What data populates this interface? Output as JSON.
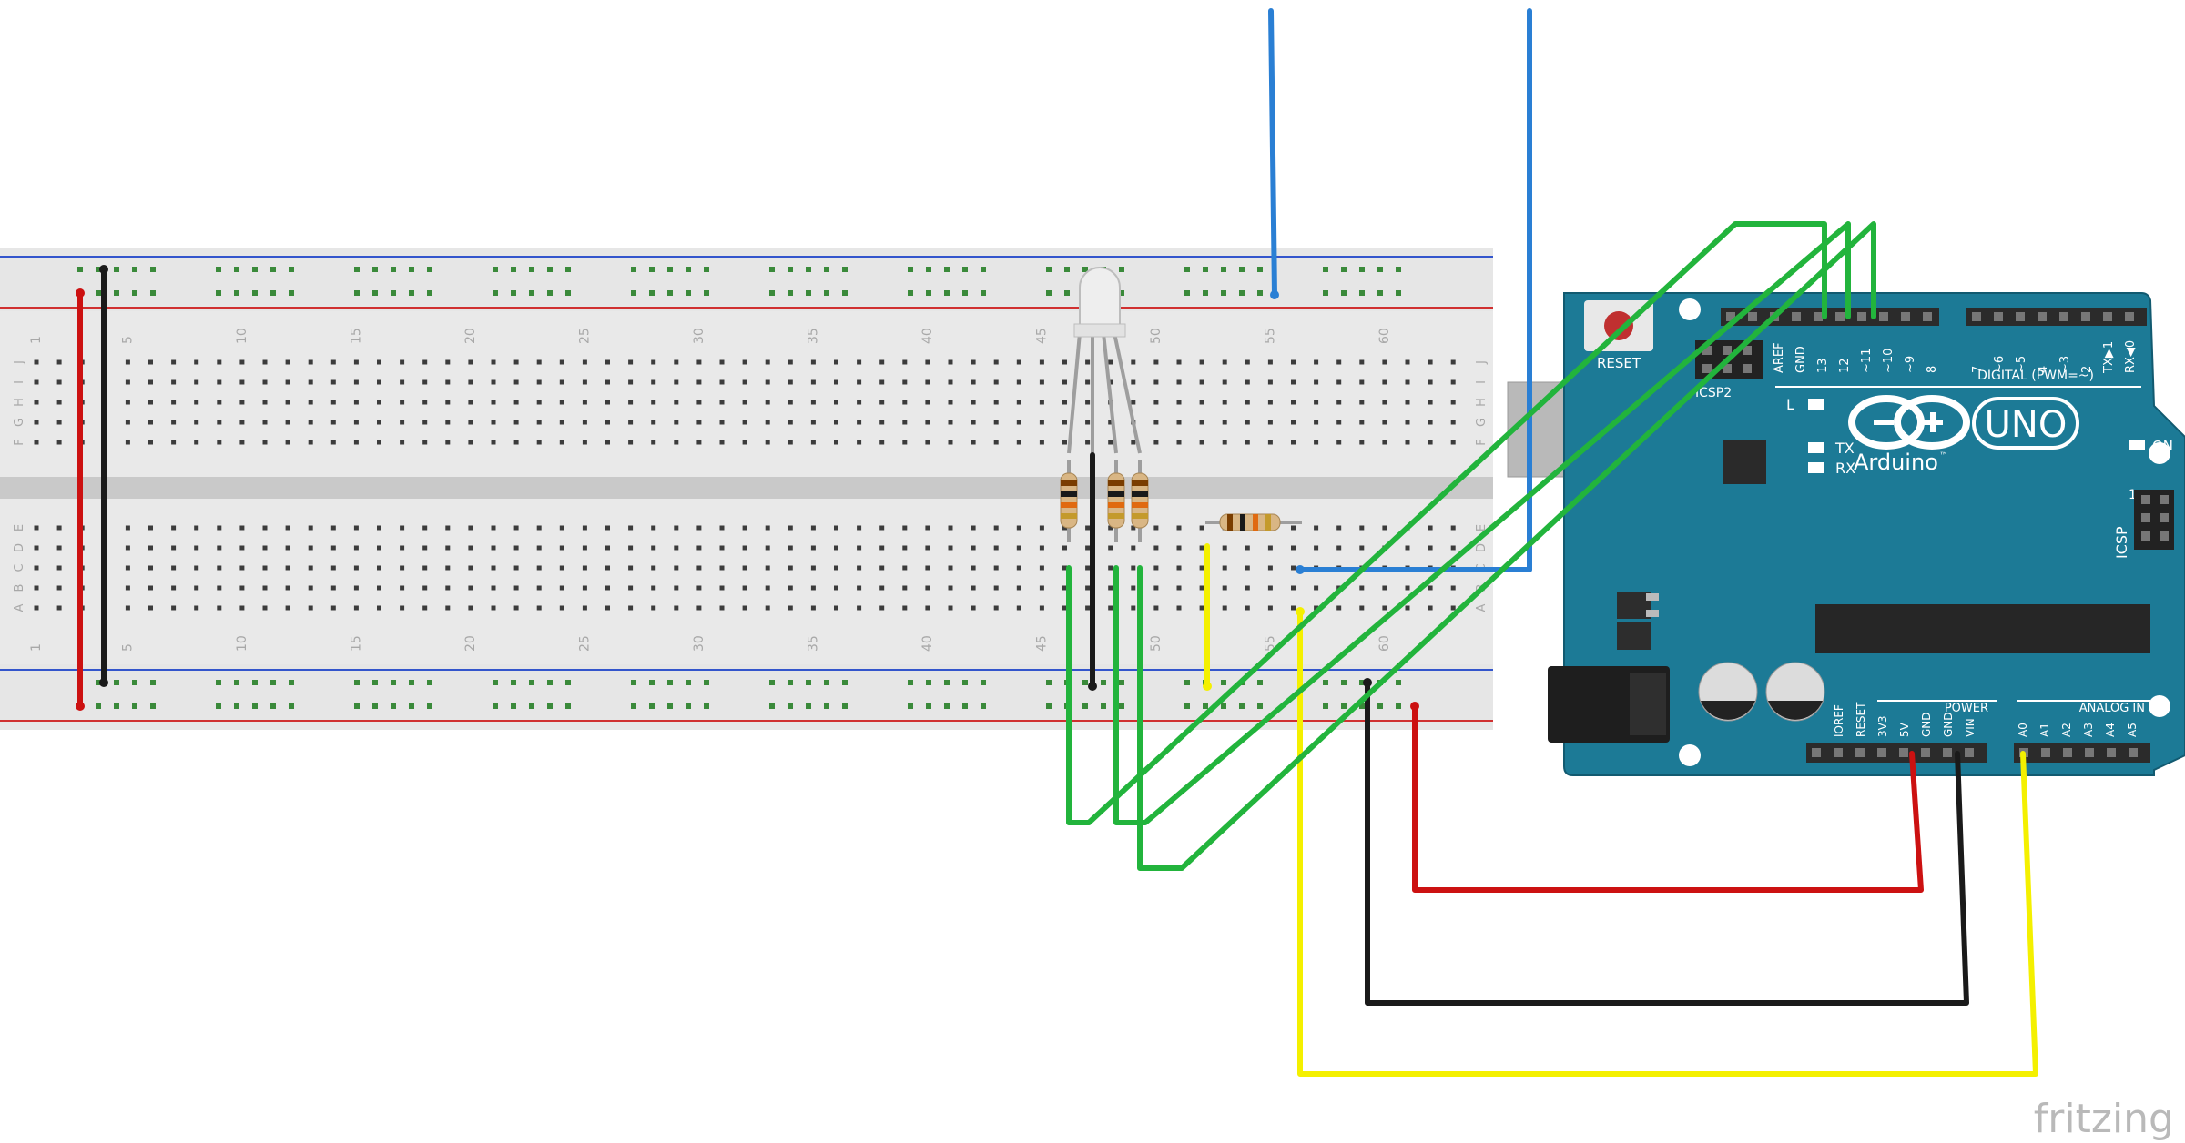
{
  "breadboard": {
    "column_numbers": [
      "1",
      "5",
      "10",
      "15",
      "20",
      "25",
      "30",
      "35",
      "40",
      "45",
      "50",
      "55",
      "60"
    ],
    "row_letters_top": [
      "J",
      "I",
      "H",
      "G",
      "F"
    ],
    "row_letters_bottom": [
      "E",
      "D",
      "C",
      "B",
      "A"
    ]
  },
  "arduino": {
    "reset_label": "RESET",
    "icsp2_label": "ICSP2",
    "icsp_label": "ICSP",
    "icsp_pin1": "1",
    "led_labels": [
      "L",
      "TX",
      "RX"
    ],
    "on_label": "ON",
    "brand": "Arduino",
    "trademark": "™",
    "model": "UNO",
    "digital_header_label": "DIGITAL (PWM=~)",
    "digital_pins_left": [
      "AREF",
      "GND",
      "13",
      "12",
      "~11",
      "~10",
      "~9",
      "8"
    ],
    "digital_pins_right": [
      "7",
      "~6",
      "~5",
      "4",
      "~3",
      "2",
      "TX▶1",
      "RX◀0"
    ],
    "power_label": "POWER",
    "power_pins": [
      "IOREF",
      "RESET",
      "3V3",
      "5V",
      "GND",
      "GND",
      "VIN"
    ],
    "analog_label": "ANALOG IN",
    "analog_pins": [
      "A0",
      "A1",
      "A2",
      "A3",
      "A4",
      "A5"
    ],
    "board_color": "#1c7a96"
  },
  "wires": {
    "red": "#cc1111",
    "black": "#1a1a1a",
    "yellow": "#f4f000",
    "green": "#22b43c",
    "blue": "#2a7fd4"
  },
  "watermark": "fritzing"
}
